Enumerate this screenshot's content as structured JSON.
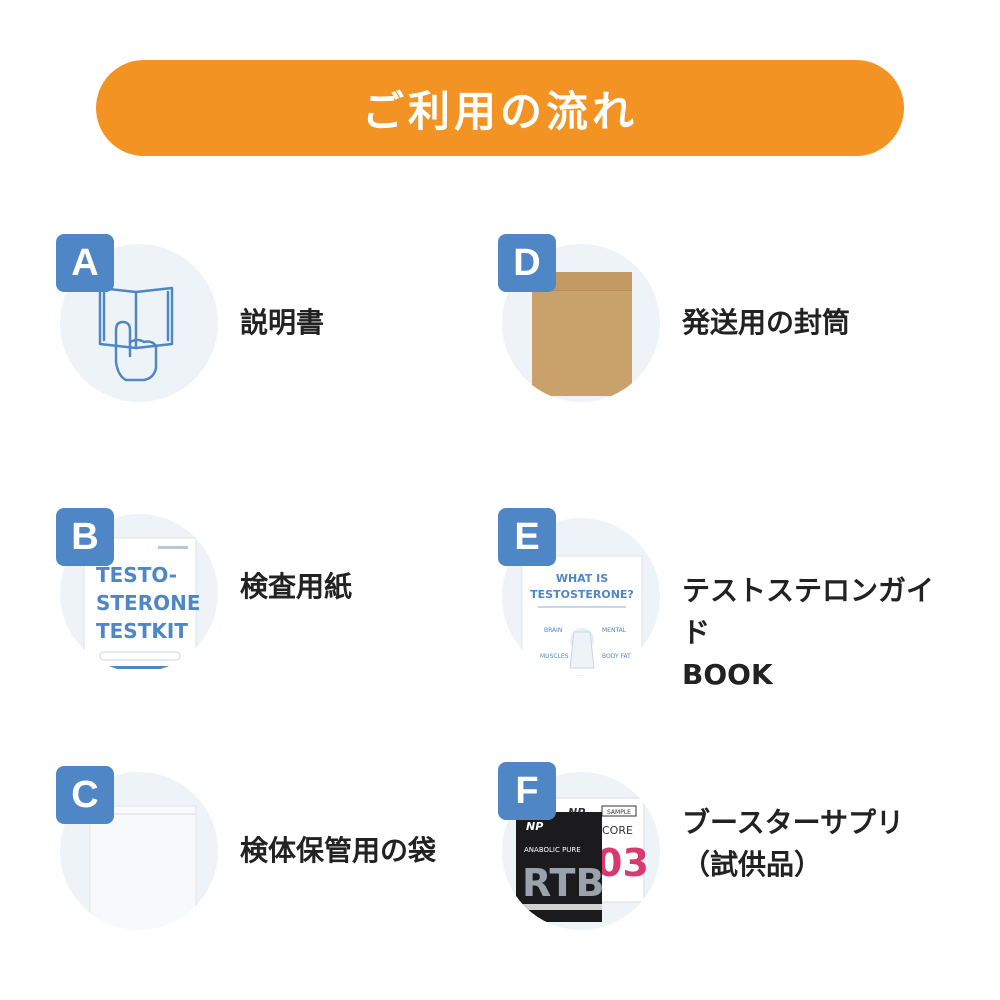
{
  "header": {
    "title": "ご利用の流れ"
  },
  "items": [
    {
      "badge": "A",
      "label_lines": [
        "説明書"
      ],
      "icon": "manual-icon"
    },
    {
      "badge": "B",
      "label_lines": [
        "検査用紙"
      ],
      "icon": "test-sheet-image",
      "image_text": {
        "line1": "TESTO-",
        "line2": "STERONE",
        "line3": "TESTKIT"
      }
    },
    {
      "badge": "C",
      "label_lines": [
        "検体保管用の袋"
      ],
      "icon": "sample-bag-image"
    },
    {
      "badge": "D",
      "label_lines": [
        "発送用の封筒"
      ],
      "icon": "envelope-image"
    },
    {
      "badge": "E",
      "label_lines": [
        "テストステロンガイド",
        "BOOK"
      ],
      "icon": "guide-book-image",
      "image_text": {
        "line1": "WHAT IS",
        "line2": "TESTOSTERONE?",
        "tag1": "BRAIN",
        "tag2": "MENTAL",
        "tag3": "MUSCLES",
        "tag4": "BODY FAT"
      }
    },
    {
      "badge": "F",
      "label_lines": [
        "ブースターサプリ",
        "（試供品）"
      ],
      "icon": "supplement-image",
      "image_text": {
        "brand": "NP",
        "sample": "SAMPLE",
        "product": "ANABOLIC PURE",
        "big": "RTB",
        "core": "CORE",
        "big2": "03"
      }
    }
  ],
  "colors": {
    "accent": "#f39324",
    "badge": "#4f86c6",
    "circle": "#eef3f8"
  }
}
